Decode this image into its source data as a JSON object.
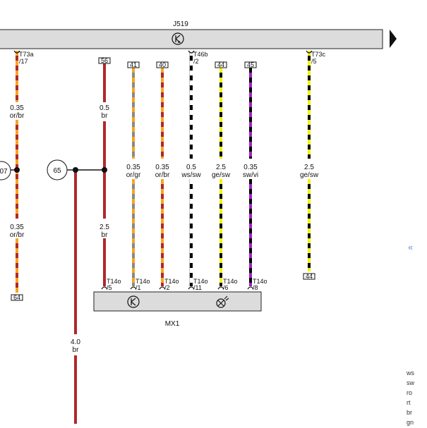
{
  "control_unit_top": {
    "name": "J519"
  },
  "control_unit_bottom": {
    "name": "MX1"
  },
  "wires": [
    {
      "id": "w-left",
      "top_connector": "T73a",
      "top_pin": "/17",
      "labels": [
        [
          "0.35",
          "or/br"
        ],
        [
          "0.35",
          "or/br"
        ]
      ],
      "bottom_box": "64",
      "colors": [
        "#f5a623",
        "#b0282c"
      ]
    },
    {
      "id": "w-56",
      "top_box": "56",
      "labels": [
        [
          "0.5",
          "br"
        ],
        [
          "2.5",
          "br"
        ]
      ],
      "bottom_connector": "T14o",
      "bottom_pin": "/5",
      "colors": [
        "#b0282c",
        "#b0282c"
      ]
    },
    {
      "id": "w-41",
      "top_box": "41",
      "labels": [
        [
          "0.35",
          "or/gr"
        ]
      ],
      "bottom_connector": "T14o",
      "bottom_pin": "/1",
      "colors": [
        "#f5a623",
        "#8a8a8a"
      ]
    },
    {
      "id": "w-40",
      "top_box": "40",
      "labels": [
        [
          "0.35",
          "or/br"
        ]
      ],
      "bottom_connector": "T14o",
      "bottom_pin": "/2",
      "colors": [
        "#f5a623",
        "#b0282c"
      ]
    },
    {
      "id": "w-t46b",
      "top_connector": "T46b",
      "top_pin": "/2",
      "labels": [
        [
          "0.5",
          "ws/sw"
        ]
      ],
      "bottom_connector": "T14o",
      "bottom_pin": "/11",
      "colors": [
        "#ffffff",
        "#000000"
      ]
    },
    {
      "id": "w-44",
      "top_box": "44",
      "labels": [
        [
          "2.5",
          "ge/sw"
        ]
      ],
      "bottom_connector": "T14o",
      "bottom_pin": "/6",
      "colors": [
        "#f4f400",
        "#000000"
      ]
    },
    {
      "id": "w-45",
      "top_box": "45",
      "labels": [
        [
          "0.35",
          "sw/vi"
        ]
      ],
      "bottom_connector": "T14o",
      "bottom_pin": "/8",
      "colors": [
        "#000000",
        "#a020c0"
      ]
    },
    {
      "id": "w-t73c",
      "top_connector": "T73c",
      "top_pin": "/5",
      "labels": [
        [
          "2.5",
          "ge/sw"
        ]
      ],
      "bottom_box": "44",
      "colors": [
        "#f4f400",
        "#000000"
      ]
    },
    {
      "id": "w-65",
      "labels": [
        [
          "4.0",
          "br"
        ]
      ],
      "colors": [
        "#b0282c",
        "#b0282c"
      ]
    }
  ],
  "nodes": {
    "left_circle": "07",
    "circle_65": "65"
  },
  "legend": [
    "ws",
    "sw",
    "ro",
    "rt",
    "br",
    "gn"
  ],
  "collapse_icon": "double-chevron-left-icon"
}
